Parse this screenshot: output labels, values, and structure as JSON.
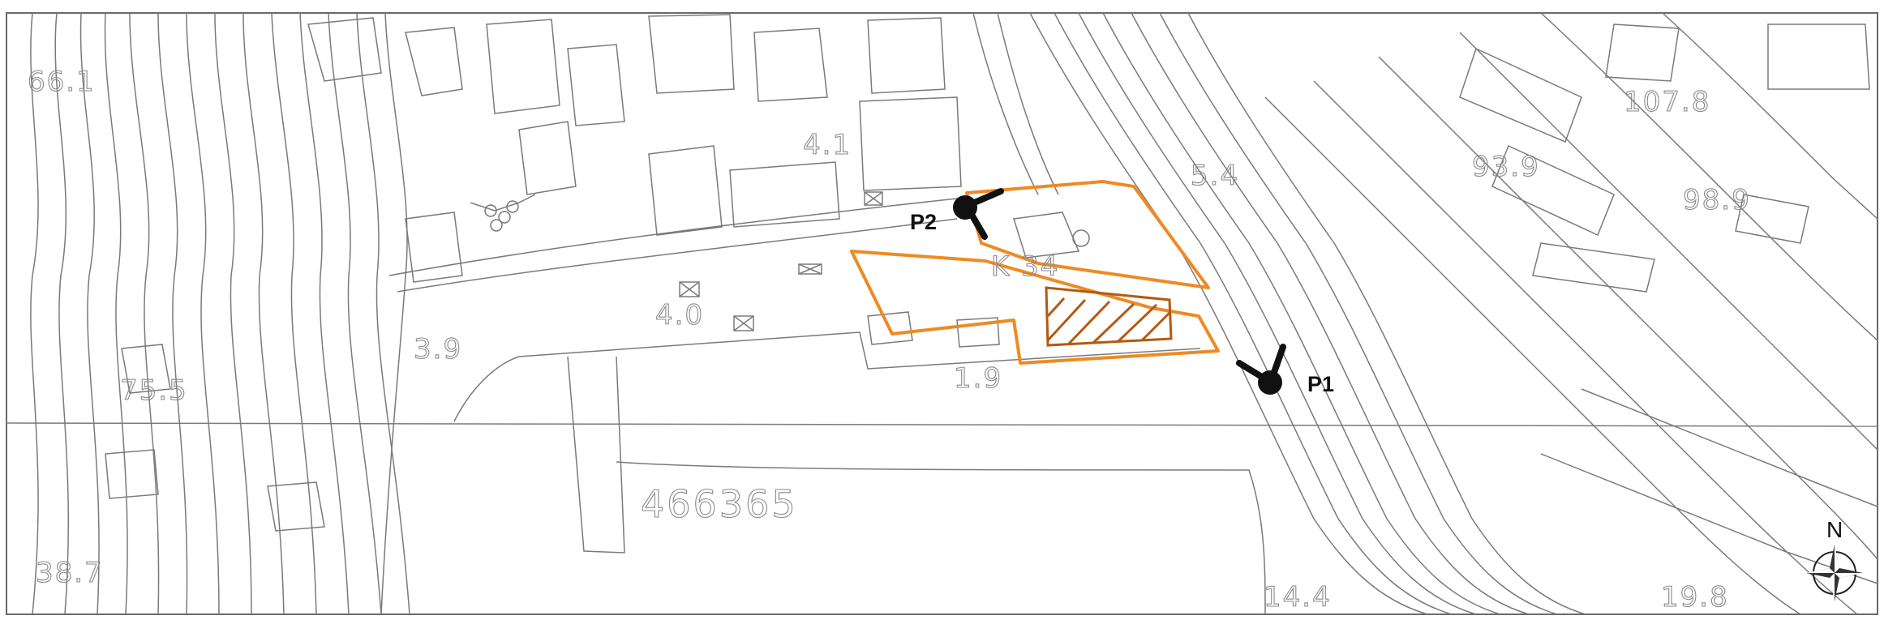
{
  "viewpoints": [
    {
      "id": "p1",
      "label": "P1"
    },
    {
      "id": "p2",
      "label": "P2"
    }
  ],
  "spot_heights": {
    "h66": "66.1",
    "h41": "4.1",
    "h54": "5.4",
    "h1078": "107.8",
    "h939": "93.9",
    "h989": "98.9",
    "k34": "K  34",
    "h40": "4.0",
    "h39": "3.9",
    "h19": "1.9",
    "h755": "75.5",
    "h387": "38.7",
    "h144": "14.4",
    "h198": "19.8"
  },
  "grid_label": "466365",
  "north_arrow": {
    "label": "N"
  },
  "colors": {
    "site_outline": "#ee8a23",
    "hatch": "#b35a10",
    "linework": "#7a7a7a",
    "viewpoint": "#111111"
  }
}
